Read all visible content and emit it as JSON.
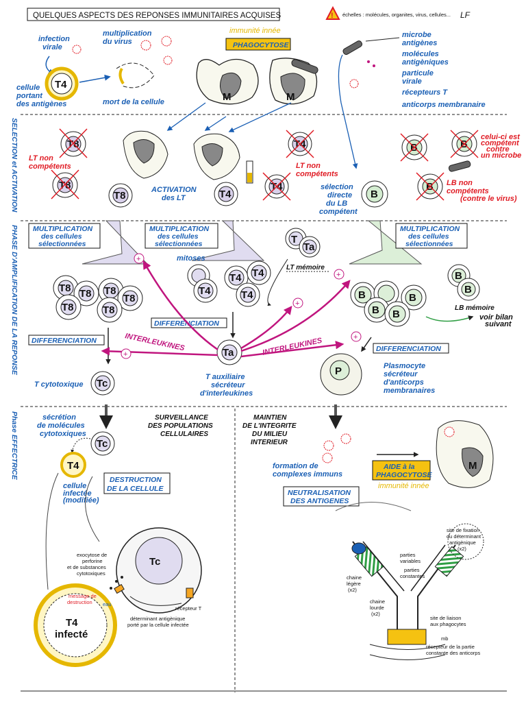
{
  "header": {
    "title": "QUELQUES ASPECTS DES REPONSES IMMUNITAIRES ACQUISES",
    "warning": "échelles : molécules, organites, virus, cellules...",
    "logo": "LF"
  },
  "sides": {
    "selection": "SELECTION et ACTIVATION",
    "amplification": "PHASE D'AMPLIFICATION DE LA REPONSE",
    "effectrice": "Phase EFFECTRICE"
  },
  "top": {
    "infection_l1": "infection",
    "infection_l2": "virale",
    "multiplication_l1": "multiplication",
    "multiplication_l2": "du virus",
    "cellule_l1": "cellule",
    "cellule_l2": "portant",
    "cellule_l3": "des antigènes",
    "mort": "mort de la cellule",
    "immunite_innee": "immunité innée",
    "phagocytose": "PHAGOCYTOSE",
    "legend_microbe": "microbe",
    "legend_antigenes": "antigènes",
    "legend_molecules_l1": "molécules",
    "legend_molecules_l2": "antigèniques",
    "legend_particule_l1": "particule",
    "legend_particule_l2": "virale",
    "legend_recepteurs": "récepteurs T",
    "legend_anticorps": "anticorps membranaire"
  },
  "selection": {
    "lt_non_1": "LT non",
    "lt_non_2": "compétents",
    "activation_l1": "ACTIVATION",
    "activation_l2": "des LT",
    "lt_non_b1": "LT non",
    "lt_non_b2": "compétents",
    "selection_l1": "sélection",
    "selection_l2": "directe",
    "selection_l3": "du LB",
    "selection_l4": "compétent",
    "competent_l1": "celui-ci est",
    "competent_l2": "compétent",
    "competent_l3": "contre",
    "competent_l4": "un microbe",
    "lb_non_1": "LB non",
    "lb_non_2": "compétents",
    "contre_virus": "(contre le virus)"
  },
  "amplification": {
    "mult_l1": "MULTIPLICATION",
    "mult_l2": "des cellules",
    "mult_l3": "sélectionnées",
    "mitoses": "mitoses",
    "lt_memoire": "LT mémoire",
    "lb_memoire": "LB mémoire",
    "voir_bilan_l1": "voir bilan",
    "voir_bilan_l2": "suivant",
    "differenciation": "DIFFERENCIATION",
    "interleukines": "INTERLEUKINES",
    "t_cyto": "T cytotoxique",
    "t_aux_l1": "T auxiliaire",
    "t_aux_l2": "sécréteur",
    "t_aux_l3": "d'interleukines",
    "plasmo_l1": "Plasmocyte",
    "plasmo_l2": "sécréteur",
    "plasmo_l3": "d'anticorps",
    "plasmo_l4": "membranaires",
    "plus": "+"
  },
  "effectrice": {
    "secretion_l1": "sécrétion",
    "secretion_l2": "de molécules",
    "secretion_l3": "cytotoxiques",
    "surveillance_l1": "SURVEILLANCE",
    "surveillance_l2": "DES POPULATIONS",
    "surveillance_l3": "CELLULAIRES",
    "cellule_inf_l1": "cellule",
    "cellule_inf_l2": "infectée",
    "cellule_inf_l3": "(modifiée)",
    "destruction_l1": "DESTRUCTION",
    "destruction_l2": "DE LA CELLULE",
    "exo_l1": "exocytose de",
    "exo_l2": "perforine",
    "exo_l3": "et de substances",
    "exo_l4": "cytotoxiques",
    "message_l1": "message de",
    "message_l2": "destruction",
    "eau": "eau",
    "recepteur_t": "récepteur T",
    "determinant_l1": "déterminant antigènique",
    "determinant_l2": "porté par la cellule infectée",
    "t4_infecte_l1": "T4",
    "t4_infecte_l2": "infecté",
    "maintien_l1": "MAINTIEN",
    "maintien_l2": "DE L'INTEGRITE",
    "maintien_l3": "DU MILIEU",
    "maintien_l4": "INTERIEUR",
    "formation_l1": "formation de",
    "formation_l2": "complexes immuns",
    "aide_l1": "AIDE à la",
    "aide_l2": "PHAGOCYTOSE",
    "immunite_innee": "immunité innée",
    "neutral_l1": "NEUTRALISATION",
    "neutral_l2": "DES ANTIGENES",
    "parties_var_l1": "parties",
    "parties_var_l2": "variables",
    "parties_const_l1": "parties",
    "parties_const_l2": "constantes",
    "chaine_legere_l1": "chaine",
    "chaine_legere_l2": "légère",
    "chaine_legere_l3": "(x2)",
    "chaine_lourde_l1": "chaine",
    "chaine_lourde_l2": "lourde",
    "chaine_lourde_l3": "(x2)",
    "site_fix_l1": "site de fixation",
    "site_fix_l2": "du déterminant",
    "site_fix_l3": "antigènique",
    "site_fix_l4": "(x2)",
    "site_liaison_l1": "site de liaison",
    "site_liaison_l2": "aux phagocytes",
    "mb": "mb",
    "recepteur_partie_l1": "récepteur de la partie",
    "recepteur_partie_l2": "constante des anticorps"
  },
  "cells": {
    "t4": "T4",
    "t8": "T8",
    "b": "B",
    "m": "M",
    "tc": "Tc",
    "ta": "Ta",
    "t": "T",
    "p": "P"
  },
  "colors": {
    "blue": "#1a5fb4",
    "red": "#e01b24",
    "magenta": "#c0157e",
    "yellow": "#e5b700",
    "green": "#2f9e44"
  }
}
